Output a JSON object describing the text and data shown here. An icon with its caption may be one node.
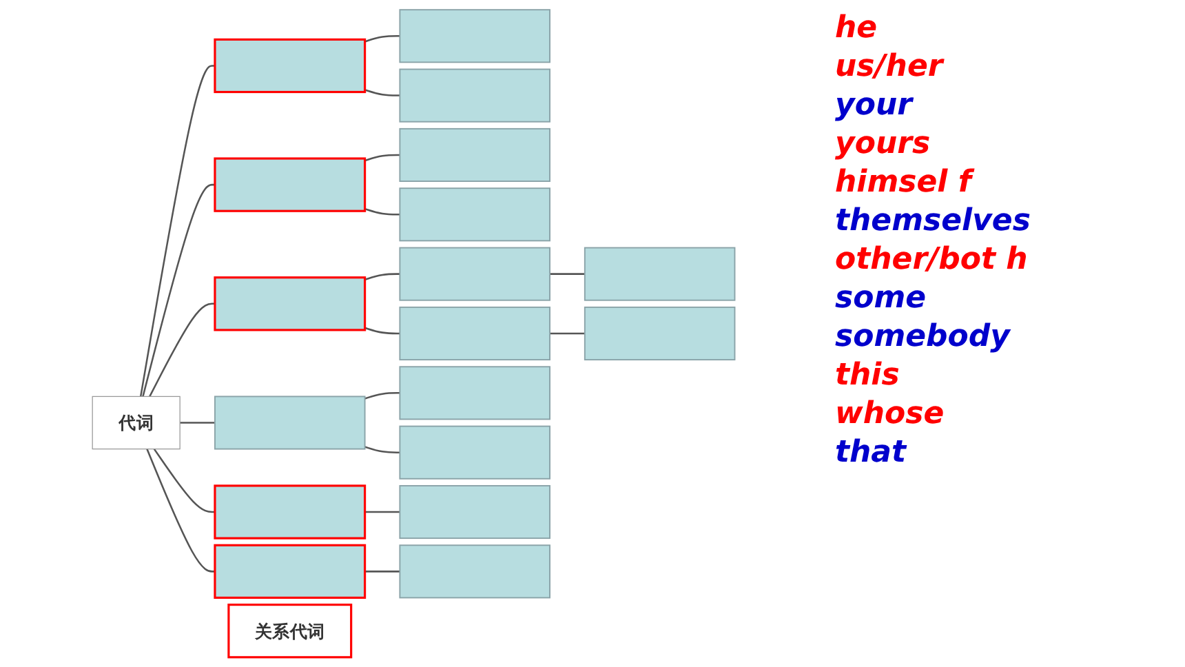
{
  "diagram": {
    "nodes": [
      {
        "text": [
          "代词"
        ]
      },
      {
        "text": [],
        "shape": "box"
      },
      {
        "text": [],
        "shape": "box"
      },
      {
        "text": [],
        "shape": "box"
      },
      {
        "text": [],
        "shape": "box"
      },
      {
        "text": [],
        "shape": "box"
      },
      {
        "text": [],
        "shape": "box"
      },
      {
        "text": [],
        "shape": "box"
      },
      {
        "text": [],
        "shape": "box"
      },
      {
        "text": [],
        "shape": "box"
      },
      {
        "text": [],
        "shape": "box"
      },
      {
        "text": [],
        "shape": "box"
      },
      {
        "text": [],
        "shape": "box"
      },
      {
        "text": [],
        "shape": "box"
      },
      {
        "text": [],
        "shape": "box"
      },
      {
        "text": [],
        "shape": "box"
      },
      {
        "text": [],
        "shape": "box"
      },
      {
        "text": [],
        "shape": "box"
      },
      {
        "text": [],
        "shape": "box"
      },
      {
        "text": [
          "关系代词"
        ]
      }
    ],
    "edges": [
      {
        "from": 0,
        "to": 1,
        "arrow": "none"
      },
      {
        "from": 1,
        "to": 2,
        "arrow": "none"
      },
      {
        "from": 1,
        "to": 3,
        "arrow": "none"
      },
      {
        "from": 0,
        "to": 4,
        "arrow": "none"
      },
      {
        "from": 4,
        "to": 5,
        "arrow": "none"
      },
      {
        "from": 4,
        "to": 6,
        "arrow": "none"
      },
      {
        "from": 0,
        "to": 7,
        "arrow": "none"
      },
      {
        "from": 7,
        "to": 8,
        "arrow": "none"
      },
      {
        "from": 8,
        "to": 9,
        "arrow": "none"
      },
      {
        "from": 7,
        "to": 10,
        "arrow": "none"
      },
      {
        "from": 10,
        "to": 11,
        "arrow": "none"
      },
      {
        "from": 0,
        "to": 12,
        "arrow": "none"
      },
      {
        "from": 12,
        "to": 13,
        "arrow": "none"
      },
      {
        "from": 12,
        "to": 14,
        "arrow": "none"
      },
      {
        "from": 0,
        "to": 15,
        "arrow": "none"
      },
      {
        "from": 15,
        "to": 16,
        "arrow": "none"
      },
      {
        "from": 0,
        "to": 17,
        "arrow": "none"
      },
      {
        "from": 17,
        "to": 18,
        "arrow": "none"
      }
    ],
    "labels": [
      "he",
      "us/her",
      "your",
      "yours",
      "himsel f",
      "themselves",
      "other/bot h",
      "some",
      "somebody",
      "this",
      "whose",
      "that"
    ]
  }
}
